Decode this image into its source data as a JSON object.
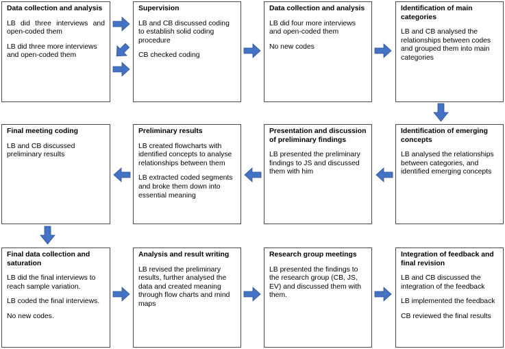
{
  "colors": {
    "arrow": "#4472c4",
    "arrow_stroke": "#2f528f",
    "border": "#4a4a4a"
  },
  "boxes": [
    {
      "id": "b1",
      "title": "Data collection and analysis",
      "paras": [
        "LB did three interviews and open-coded them",
        "LB did three more interviews and open-coded them"
      ]
    },
    {
      "id": "b2",
      "title": "Supervision",
      "paras": [
        "LB and CB discussed coding to establish solid coding procedure",
        "CB checked coding"
      ]
    },
    {
      "id": "b3",
      "title": "Data collection and analysis",
      "paras": [
        "LB did four more interviews and open-coded them",
        "No new codes"
      ]
    },
    {
      "id": "b4",
      "title": "Identification of main categories",
      "paras": [
        "LB and CB analysed the relationships between codes and grouped them into main categories"
      ]
    },
    {
      "id": "b5",
      "title": "Final meeting coding",
      "paras": [
        "LB and CB discussed preliminary results"
      ]
    },
    {
      "id": "b6",
      "title": "Preliminary results",
      "paras": [
        "LB created flowcharts with identified concepts to analyse relationships between them",
        "LB extracted coded segments and broke them down into essential meaning"
      ]
    },
    {
      "id": "b7",
      "title": "Presentation and discussion of preliminary findings",
      "paras": [
        "LB presented the preliminary findings to JS and discussed them with him"
      ]
    },
    {
      "id": "b8",
      "title": "Identification of emerging concepts",
      "paras": [
        "LB analysed the relationships between categories, and identified emerging concepts"
      ]
    },
    {
      "id": "b9",
      "title": "Final data collection and saturation",
      "paras": [
        "LB did the final interviews to reach sample variation.",
        "LB coded the final interviews.",
        "No new codes."
      ]
    },
    {
      "id": "b10",
      "title": "Analysis and result writing",
      "paras": [
        "LB revised the preliminary results, further analysed the data and created meaning through flow charts and mind maps"
      ]
    },
    {
      "id": "b11",
      "title": "Research group meetings",
      "paras": [
        "LB presented the findings to the research group (CB, JS, EV) and discussed them with them."
      ]
    },
    {
      "id": "b12",
      "title": "Integration of feedback and final revision",
      "paras": [
        "LB and CB discussed the integration of the feedback",
        "LB implemented the feedback",
        "CB reviewed the final results"
      ]
    }
  ]
}
